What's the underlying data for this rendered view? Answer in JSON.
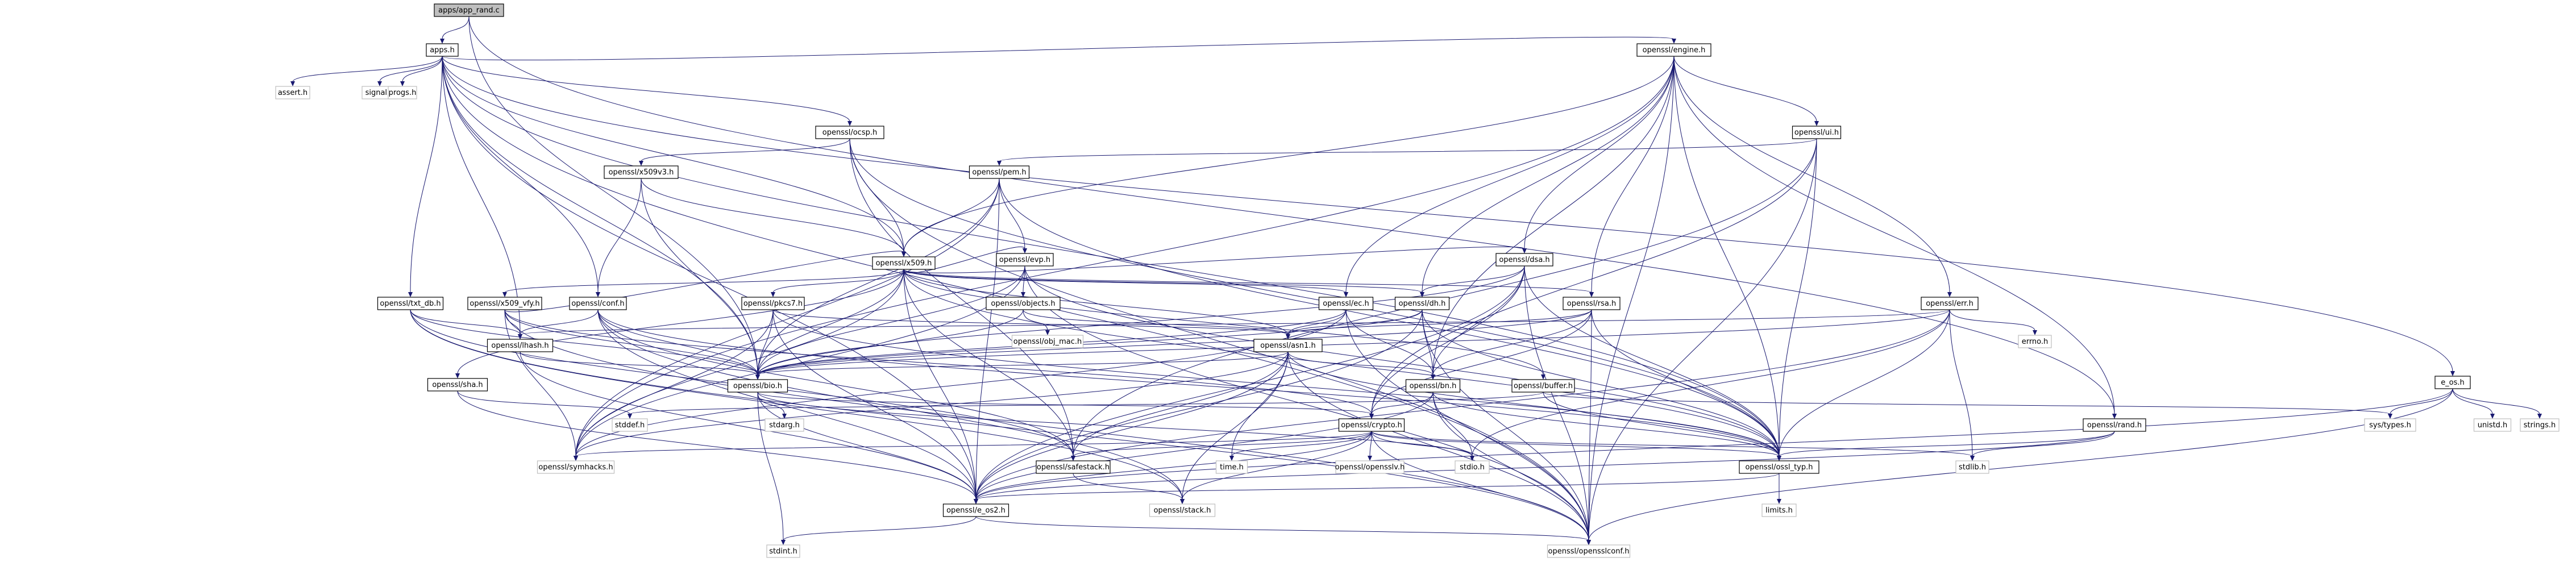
{
  "graph": {
    "focus": "apps/app_rand.c",
    "colors": {
      "edge": "#191970",
      "focus_fill": "#bfbfbf",
      "node_border_linked": "#000000",
      "node_border_unlinked": "#bfbfbf"
    },
    "nodes": [
      {
        "id": "app_rand",
        "label": "apps/app_rand.c"
      },
      {
        "id": "apps",
        "label": "apps.h"
      },
      {
        "id": "assert",
        "label": "assert.h"
      },
      {
        "id": "signal",
        "label": "signal.h"
      },
      {
        "id": "progs",
        "label": "progs.h"
      },
      {
        "id": "engine",
        "label": "openssl/engine.h"
      },
      {
        "id": "ocsp",
        "label": "openssl/ocsp.h"
      },
      {
        "id": "ui",
        "label": "openssl/ui.h"
      },
      {
        "id": "x509v3",
        "label": "openssl/x509v3.h"
      },
      {
        "id": "pem",
        "label": "openssl/pem.h"
      },
      {
        "id": "x509",
        "label": "openssl/x509.h"
      },
      {
        "id": "evp",
        "label": "openssl/evp.h"
      },
      {
        "id": "dsa",
        "label": "openssl/dsa.h"
      },
      {
        "id": "objects",
        "label": "openssl/objects.h"
      },
      {
        "id": "ec",
        "label": "openssl/ec.h"
      },
      {
        "id": "dh",
        "label": "openssl/dh.h"
      },
      {
        "id": "rsa",
        "label": "openssl/rsa.h"
      },
      {
        "id": "err",
        "label": "openssl/err.h"
      },
      {
        "id": "txt_db",
        "label": "openssl/txt_db.h"
      },
      {
        "id": "conf",
        "label": "openssl/conf.h"
      },
      {
        "id": "x509_vfy",
        "label": "openssl/x509_vfy.h"
      },
      {
        "id": "pkcs7",
        "label": "openssl/pkcs7.h"
      },
      {
        "id": "obj_mac",
        "label": "openssl/obj_mac.h"
      },
      {
        "id": "asn1",
        "label": "openssl/asn1.h"
      },
      {
        "id": "errno",
        "label": "errno.h"
      },
      {
        "id": "lhash",
        "label": "openssl/lhash.h"
      },
      {
        "id": "bio",
        "label": "openssl/bio.h"
      },
      {
        "id": "sha",
        "label": "openssl/sha.h"
      },
      {
        "id": "bn",
        "label": "openssl/bn.h"
      },
      {
        "id": "buffer",
        "label": "openssl/buffer.h"
      },
      {
        "id": "e_os",
        "label": "e_os.h"
      },
      {
        "id": "unistd",
        "label": "unistd.h"
      },
      {
        "id": "strings",
        "label": "strings.h"
      },
      {
        "id": "systypes",
        "label": "sys/types.h"
      },
      {
        "id": "stdarg",
        "label": "stdarg.h"
      },
      {
        "id": "crypto",
        "label": "openssl/crypto.h"
      },
      {
        "id": "stddef",
        "label": "stddef.h"
      },
      {
        "id": "rand",
        "label": "openssl/rand.h"
      },
      {
        "id": "symhacks",
        "label": "openssl/symhacks.h"
      },
      {
        "id": "safestack",
        "label": "openssl/safestack.h"
      },
      {
        "id": "time",
        "label": "time.h"
      },
      {
        "id": "opensslv",
        "label": "openssl/opensslv.h"
      },
      {
        "id": "stdio",
        "label": "stdio.h"
      },
      {
        "id": "ossl_typ",
        "label": "openssl/ossl_typ.h"
      },
      {
        "id": "stdlib",
        "label": "stdlib.h"
      },
      {
        "id": "e_os2",
        "label": "openssl/e_os2.h"
      },
      {
        "id": "stack",
        "label": "openssl/stack.h"
      },
      {
        "id": "limits",
        "label": "limits.h"
      },
      {
        "id": "stdint",
        "label": "stdint.h"
      },
      {
        "id": "opensslconf",
        "label": "openssl/opensslconf.h"
      }
    ],
    "edges": [
      [
        "app_rand",
        "apps"
      ],
      [
        "app_rand",
        "bio"
      ],
      [
        "app_rand",
        "rand"
      ],
      [
        "apps",
        "assert"
      ],
      [
        "apps",
        "signal"
      ],
      [
        "apps",
        "progs"
      ],
      [
        "apps",
        "e_os"
      ],
      [
        "apps",
        "e_os2"
      ],
      [
        "apps",
        "bio"
      ],
      [
        "apps",
        "x509"
      ],
      [
        "apps",
        "conf"
      ],
      [
        "apps",
        "txt_db"
      ],
      [
        "apps",
        "engine"
      ],
      [
        "apps",
        "ocsp"
      ],
      [
        "apps",
        "lhash"
      ],
      [
        "apps",
        "opensslconf"
      ],
      [
        "apps",
        "ossl_typ"
      ],
      [
        "engine",
        "opensslconf"
      ],
      [
        "engine",
        "bn"
      ],
      [
        "engine",
        "rsa"
      ],
      [
        "engine",
        "dsa"
      ],
      [
        "engine",
        "dh"
      ],
      [
        "engine",
        "ec"
      ],
      [
        "engine",
        "rand"
      ],
      [
        "engine",
        "ui"
      ],
      [
        "engine",
        "err"
      ],
      [
        "engine",
        "ossl_typ"
      ],
      [
        "engine",
        "symhacks"
      ],
      [
        "engine",
        "x509"
      ],
      [
        "ocsp",
        "x509"
      ],
      [
        "ocsp",
        "x509v3"
      ],
      [
        "ocsp",
        "safestack"
      ],
      [
        "ocsp",
        "ossl_typ"
      ],
      [
        "ocsp",
        "opensslconf"
      ],
      [
        "ui",
        "crypto"
      ],
      [
        "ui",
        "safestack"
      ],
      [
        "ui",
        "pem"
      ],
      [
        "ui",
        "ossl_typ"
      ],
      [
        "ui",
        "opensslconf"
      ],
      [
        "x509v3",
        "bio"
      ],
      [
        "x509v3",
        "x509"
      ],
      [
        "x509v3",
        "conf"
      ],
      [
        "pem",
        "e_os2"
      ],
      [
        "pem",
        "bio"
      ],
      [
        "pem",
        "x509"
      ],
      [
        "pem",
        "evp"
      ],
      [
        "pem",
        "symhacks"
      ],
      [
        "pem",
        "ossl_typ"
      ],
      [
        "x509",
        "e_os2"
      ],
      [
        "x509",
        "ossl_typ"
      ],
      [
        "x509",
        "symhacks"
      ],
      [
        "x509",
        "buffer"
      ],
      [
        "x509",
        "evp"
      ],
      [
        "x509",
        "bio"
      ],
      [
        "x509",
        "asn1"
      ],
      [
        "x509",
        "safestack"
      ],
      [
        "x509",
        "ec"
      ],
      [
        "x509",
        "dsa"
      ],
      [
        "x509",
        "dh"
      ],
      [
        "x509",
        "rsa"
      ],
      [
        "x509",
        "sha"
      ],
      [
        "x509",
        "x509_vfy"
      ],
      [
        "x509",
        "pkcs7"
      ],
      [
        "evp",
        "opensslconf"
      ],
      [
        "evp",
        "ossl_typ"
      ],
      [
        "evp",
        "symhacks"
      ],
      [
        "evp",
        "bio"
      ],
      [
        "evp",
        "objects"
      ],
      [
        "dsa",
        "e_os2"
      ],
      [
        "dsa",
        "bio"
      ],
      [
        "dsa",
        "crypto"
      ],
      [
        "dsa",
        "ossl_typ"
      ],
      [
        "dsa",
        "opensslconf"
      ],
      [
        "dsa",
        "bn"
      ],
      [
        "dsa",
        "dh"
      ],
      [
        "objects",
        "obj_mac"
      ],
      [
        "objects",
        "bio"
      ],
      [
        "objects",
        "asn1"
      ],
      [
        "ec",
        "opensslconf"
      ],
      [
        "ec",
        "asn1"
      ],
      [
        "ec",
        "symhacks"
      ],
      [
        "ec",
        "bio"
      ],
      [
        "ec",
        "bn"
      ],
      [
        "dh",
        "e_os2"
      ],
      [
        "dh",
        "bio"
      ],
      [
        "dh",
        "ossl_typ"
      ],
      [
        "dh",
        "bn"
      ],
      [
        "dh",
        "opensslconf"
      ],
      [
        "dh",
        "asn1"
      ],
      [
        "rsa",
        "asn1"
      ],
      [
        "rsa",
        "bio"
      ],
      [
        "rsa",
        "crypto"
      ],
      [
        "rsa",
        "ossl_typ"
      ],
      [
        "rsa",
        "bn"
      ],
      [
        "rsa",
        "opensslconf"
      ],
      [
        "err",
        "e_os2"
      ],
      [
        "err",
        "stdio"
      ],
      [
        "err",
        "stdlib"
      ],
      [
        "err",
        "bio"
      ],
      [
        "err",
        "lhash"
      ],
      [
        "err",
        "errno"
      ],
      [
        "err",
        "ossl_typ"
      ],
      [
        "txt_db",
        "opensslconf"
      ],
      [
        "txt_db",
        "bio"
      ],
      [
        "txt_db",
        "safestack"
      ],
      [
        "txt_db",
        "lhash"
      ],
      [
        "txt_db",
        "stack"
      ],
      [
        "conf",
        "bio"
      ],
      [
        "conf",
        "lhash"
      ],
      [
        "conf",
        "stack"
      ],
      [
        "conf",
        "safestack"
      ],
      [
        "conf",
        "e_os2"
      ],
      [
        "conf",
        "ossl_typ"
      ],
      [
        "x509_vfy",
        "opensslconf"
      ],
      [
        "x509_vfy",
        "lhash"
      ],
      [
        "x509_vfy",
        "bio"
      ],
      [
        "x509_vfy",
        "crypto"
      ],
      [
        "x509_vfy",
        "symhacks"
      ],
      [
        "x509_vfy",
        "x509"
      ],
      [
        "pkcs7",
        "asn1"
      ],
      [
        "pkcs7",
        "bio"
      ],
      [
        "pkcs7",
        "e_os2"
      ],
      [
        "pkcs7",
        "symhacks"
      ],
      [
        "pkcs7",
        "ossl_typ"
      ],
      [
        "asn1",
        "time"
      ],
      [
        "asn1",
        "e_os2"
      ],
      [
        "asn1",
        "opensslconf"
      ],
      [
        "asn1",
        "bio"
      ],
      [
        "asn1",
        "stack"
      ],
      [
        "asn1",
        "safestack"
      ],
      [
        "asn1",
        "symhacks"
      ],
      [
        "asn1",
        "ossl_typ"
      ],
      [
        "asn1",
        "bn"
      ],
      [
        "lhash",
        "e_os2"
      ],
      [
        "lhash",
        "bio"
      ],
      [
        "bio",
        "e_os2"
      ],
      [
        "bio",
        "stdio"
      ],
      [
        "bio",
        "stdarg"
      ],
      [
        "bio",
        "crypto"
      ],
      [
        "bio",
        "stdint"
      ],
      [
        "sha",
        "e_os2"
      ],
      [
        "sha",
        "stddef"
      ],
      [
        "bn",
        "e_os2"
      ],
      [
        "bn",
        "stdio"
      ],
      [
        "bn",
        "ossl_typ"
      ],
      [
        "bn",
        "crypto"
      ],
      [
        "bn",
        "opensslconf"
      ],
      [
        "buffer",
        "ossl_typ"
      ],
      [
        "buffer",
        "stddef"
      ],
      [
        "buffer",
        "systypes"
      ],
      [
        "e_os",
        "opensslconf"
      ],
      [
        "e_os",
        "e_os2"
      ],
      [
        "e_os",
        "unistd"
      ],
      [
        "e_os",
        "strings"
      ],
      [
        "e_os",
        "systypes"
      ],
      [
        "crypto",
        "stdlib"
      ],
      [
        "crypto",
        "e_os2"
      ],
      [
        "crypto",
        "stdio"
      ],
      [
        "crypto",
        "stack"
      ],
      [
        "crypto",
        "safestack"
      ],
      [
        "crypto",
        "opensslv"
      ],
      [
        "crypto",
        "ossl_typ"
      ],
      [
        "crypto",
        "symhacks"
      ],
      [
        "crypto",
        "opensslconf"
      ],
      [
        "crypto",
        "time"
      ],
      [
        "rand",
        "stdlib"
      ],
      [
        "rand",
        "ossl_typ"
      ],
      [
        "rand",
        "e_os2"
      ],
      [
        "safestack",
        "stack"
      ],
      [
        "ossl_typ",
        "e_os2"
      ],
      [
        "ossl_typ",
        "limits"
      ],
      [
        "e_os2",
        "opensslconf"
      ],
      [
        "e_os2",
        "stdint"
      ]
    ]
  }
}
